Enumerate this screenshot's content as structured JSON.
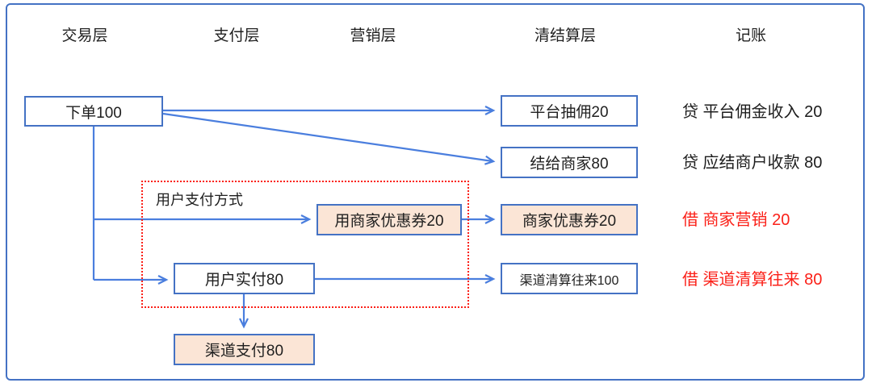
{
  "diagram": {
    "columns": [
      {
        "label": "交易层"
      },
      {
        "label": "支付层"
      },
      {
        "label": "营销层"
      },
      {
        "label": "清结算层"
      },
      {
        "label": "记账"
      }
    ],
    "nodes": {
      "order": "下单100",
      "platform_commission": "平台抽佣20",
      "settle_to_merchant": "结给商家80",
      "use_merchant_coupon": "用商家优惠券20",
      "merchant_coupon": "商家优惠券20",
      "user_actual_pay": "用户实付80",
      "channel_clearing": "渠道清算往来100",
      "channel_pay": "渠道支付80"
    },
    "group_label": "用户支付方式",
    "ledger_entries": [
      {
        "text": "贷 平台佣金收入 20",
        "color": "#1c1c1c"
      },
      {
        "text": "贷 应结商户收款 80",
        "color": "#1c1c1c"
      },
      {
        "text": "借 商家营销 20",
        "color": "#fb2018"
      },
      {
        "text": "借 渠道清算往来 80",
        "color": "#fb2018"
      }
    ],
    "colors": {
      "line_blue": "#4a7ede",
      "border_blue": "#4472c4",
      "peach_fill": "#fbe5d6",
      "red": "#fb2018"
    }
  }
}
